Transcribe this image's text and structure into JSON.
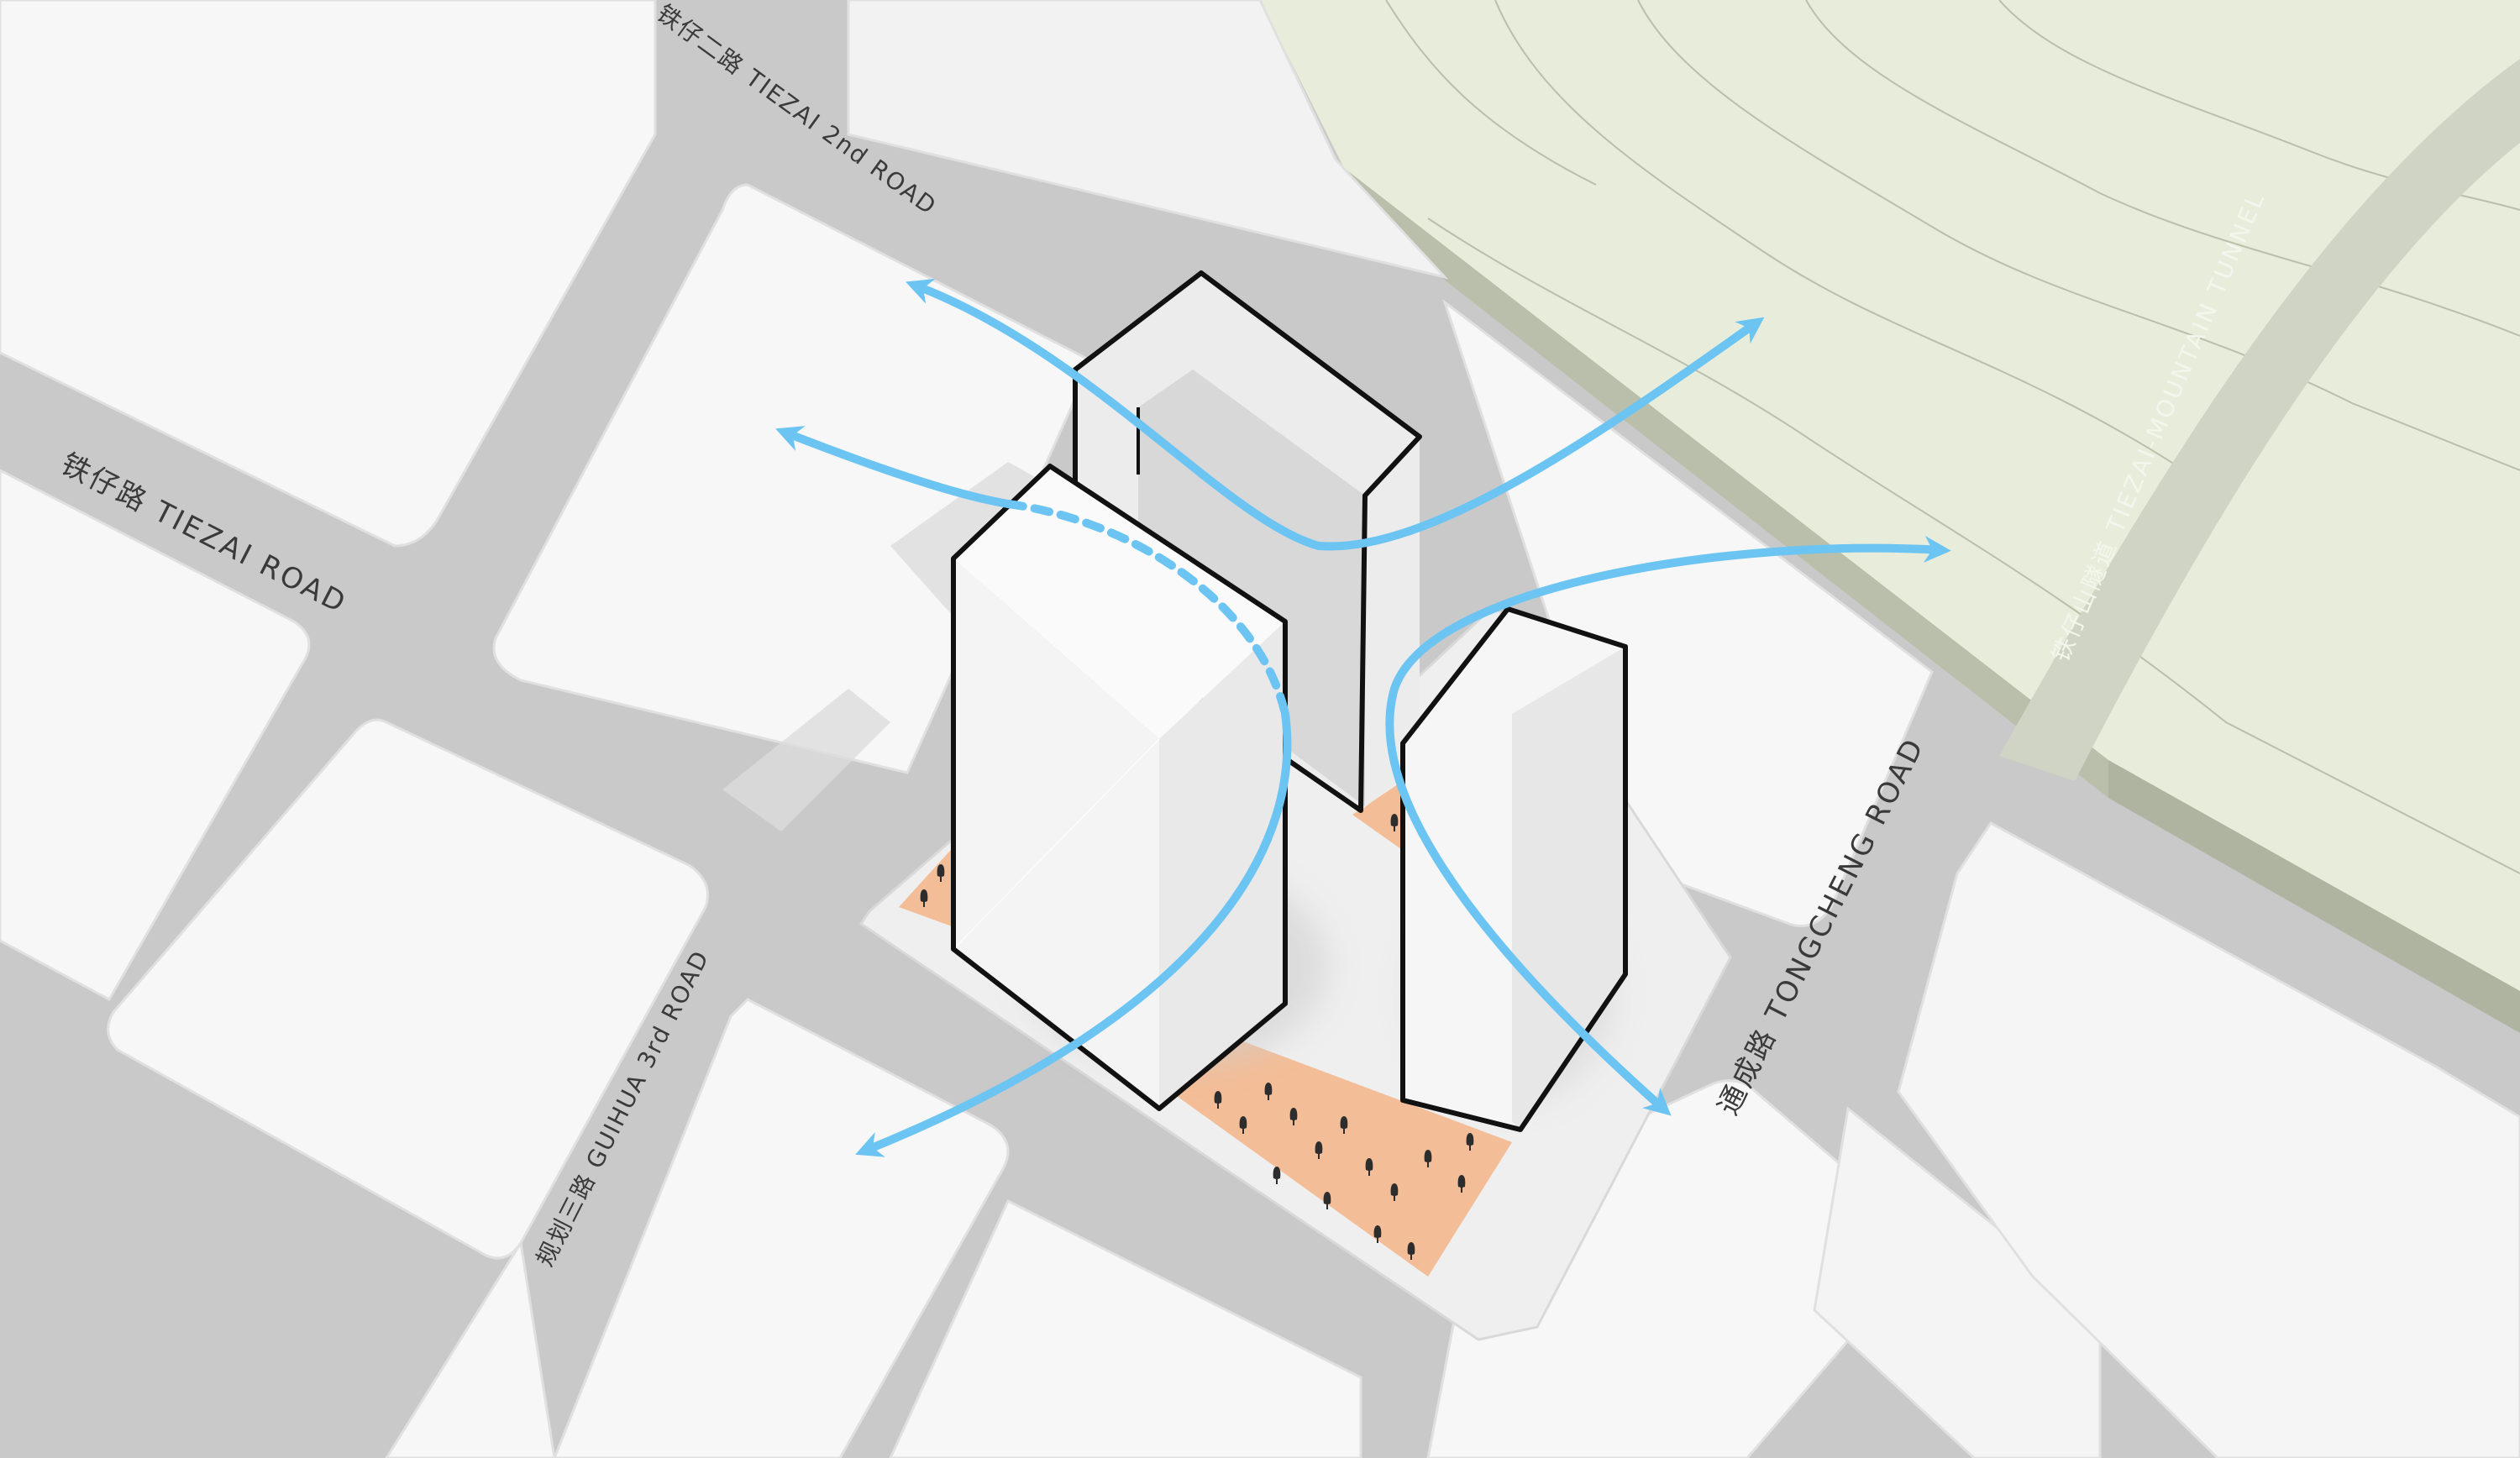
{
  "roads": {
    "tiezai_2nd": "铁仔二路  TIEZAI 2nd ROAD",
    "tiezai": "铁仔路  TIEZAI ROAD",
    "guihua_3rd": "规划三路  GUIHUA 3rd ROAD",
    "tongcheng": "通成路  TONGCHENG ROAD",
    "tunnel": "铁仔山隧道  TIEZAI-MOUNTAIN TUNNEL"
  },
  "colors": {
    "road": "#c9c9c9",
    "block": "#f7f7f7",
    "hill": "#e7ecd9",
    "landscape": "#f3b98f",
    "wind_arrow": "#6cc4f2",
    "building_outline": "#111111"
  },
  "icons": [
    "wind-arrow-icon",
    "tree-icon"
  ]
}
